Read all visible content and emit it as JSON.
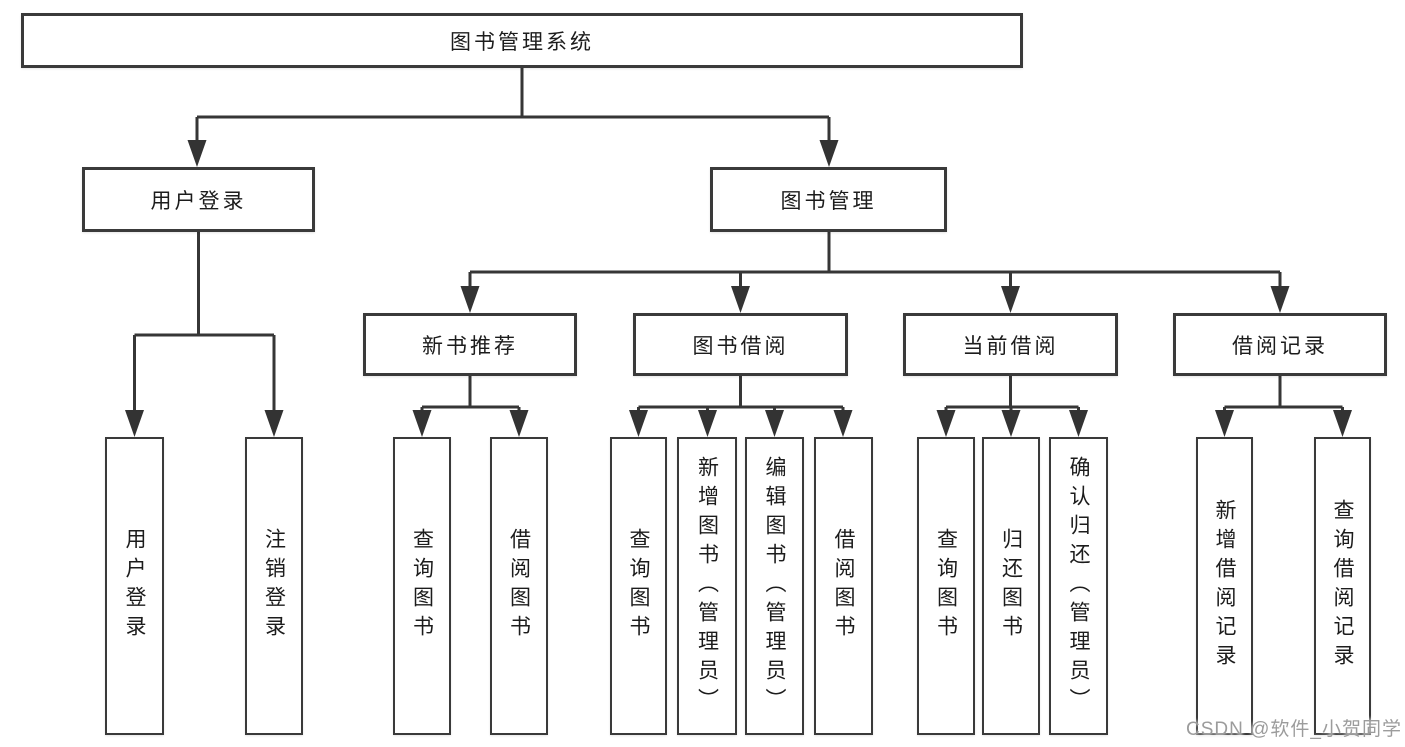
{
  "nodes": {
    "root": "图书管理系统",
    "user_login": "用户登录",
    "book_mgmt": "图书管理",
    "new_book_rec": "新书推荐",
    "book_borrow": "图书借阅",
    "current_borrow": "当前借阅",
    "borrow_records": "借阅记录",
    "leaf_user_login": "用户登录",
    "leaf_logout": "注销登录",
    "leaf_nb_query": "查询图书",
    "leaf_nb_borrow": "借阅图书",
    "leaf_bb_query": "查询图书",
    "leaf_bb_add": "新增图书（管理员）",
    "leaf_bb_edit": "编辑图书（管理员）",
    "leaf_bb_borrow": "借阅图书",
    "leaf_cb_query": "查询图书",
    "leaf_cb_return": "归还图书",
    "leaf_cb_confirm": "确认归还（管理员）",
    "leaf_br_add": "新增借阅记录",
    "leaf_br_query": "查询借阅记录"
  },
  "watermark": {
    "text": "CSDN @软件_小贺同学",
    "color": "#9c9c9c"
  },
  "colors": {
    "line": "#363636",
    "border": "#3a3a3a",
    "text": "#1c1c1c",
    "background": "#ffffff"
  }
}
